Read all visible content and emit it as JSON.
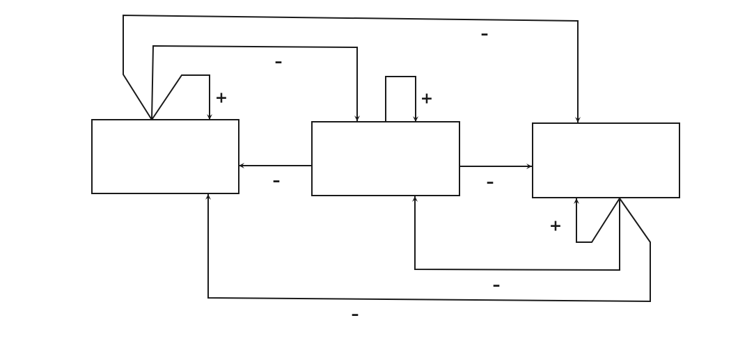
{
  "colors": {
    "stroke": "#1a1a1a",
    "background": "#ffffff"
  },
  "nodes": [
    {
      "id": "box-left"
    },
    {
      "id": "box-middle"
    },
    {
      "id": "box-right"
    }
  ],
  "edges": [
    {
      "id": "left-to-right-top-loop",
      "from": "box-left",
      "to": "box-right",
      "sign": "–"
    },
    {
      "id": "left-to-middle-top-loop",
      "from": "box-left",
      "to": "box-middle",
      "sign": "–"
    },
    {
      "id": "left-self-loop",
      "from": "box-left",
      "to": "box-left",
      "sign": "+"
    },
    {
      "id": "middle-self-loop",
      "from": "box-middle",
      "to": "box-middle",
      "sign": "+"
    },
    {
      "id": "middle-to-left",
      "from": "box-middle",
      "to": "box-left",
      "sign": "–"
    },
    {
      "id": "middle-to-right",
      "from": "box-middle",
      "to": "box-right",
      "sign": "–"
    },
    {
      "id": "right-self-loop",
      "from": "box-right",
      "to": "box-right",
      "sign": "+"
    },
    {
      "id": "right-to-middle-bottom-loop",
      "from": "box-right",
      "to": "box-middle",
      "sign": "–"
    },
    {
      "id": "right-to-left-bottom-loop",
      "from": "box-right",
      "to": "box-left",
      "sign": "–"
    }
  ]
}
